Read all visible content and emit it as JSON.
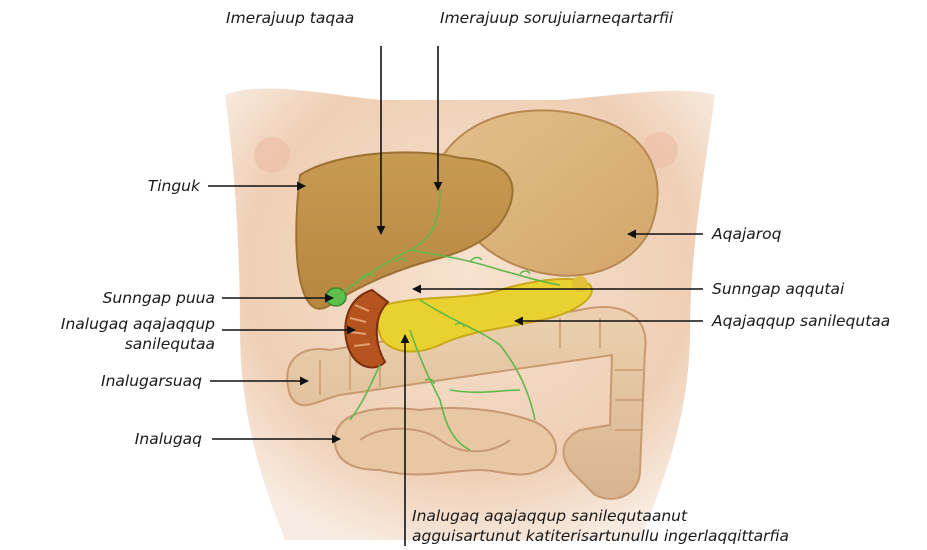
{
  "labels": {
    "liver": "Tinguk",
    "gallbladder": "Sunngap puua",
    "pancreatic_head_line1": "Inalugaq aqajaqqup",
    "pancreatic_head_line2": "sanilequtaa",
    "colon": "Inalugarsuaq",
    "small_intestine": "Inalugaq",
    "hepatic_duct": "Imerajuup taqaa",
    "hepatic_artery": "Imerajuup sorujuiarneqartarfii",
    "stomach": "Aqajaroq",
    "bile_duct": "Sunngap aqqutai",
    "pancreas": "Aqajaqqup sanilequtaa",
    "lymph_line1": "Inalugaq aqajaqqup sanilequtaanut",
    "lymph_line2": "agguisartunut katiterisartunullu ingerlaqqittarfia"
  }
}
